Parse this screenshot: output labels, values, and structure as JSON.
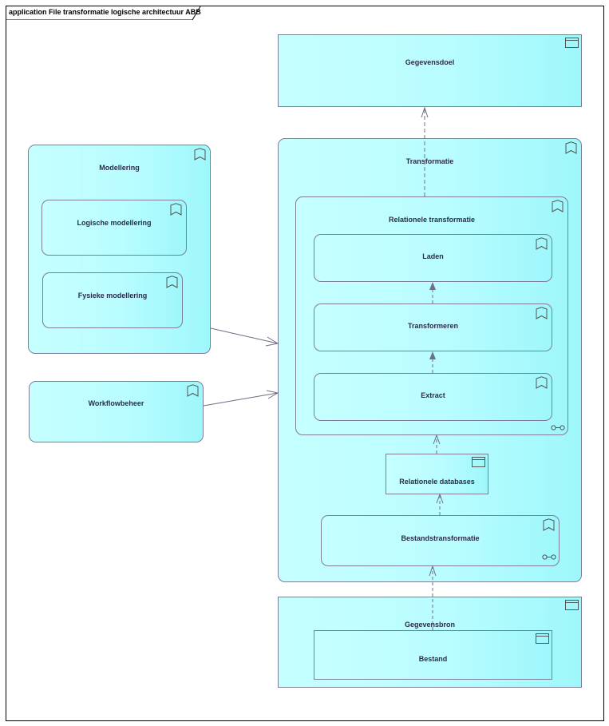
{
  "frame": {
    "title": "application File transformatie logische architectuur ABB"
  },
  "nodes": {
    "gegevensdoel": "Gegevensdoel",
    "modellering": "Modellering",
    "logische_modellering": "Logische modellering",
    "fysieke_modellering": "Fysieke modellering",
    "workflowbeheer": "Workflowbeheer",
    "transformatie": "Transformatie",
    "relationele_transformatie": "Relationele transformatie",
    "laden": "Laden",
    "transformeren": "Transformeren",
    "extract": "Extract",
    "relationele_databases": "Relationele databases",
    "bestandstransformatie": "Bestandstransformatie",
    "gegevensbron": "Gegevensbron",
    "bestand": "Bestand"
  },
  "icons": {
    "function": "function-bookmark-icon",
    "data_object": "data-object-icon",
    "interaction": "interaction-link-icon"
  },
  "colors": {
    "fill_light": "#c6ffff",
    "fill_dark": "#9ef7fb",
    "border": "#7d7d9a",
    "edge": "#6f6f86"
  }
}
